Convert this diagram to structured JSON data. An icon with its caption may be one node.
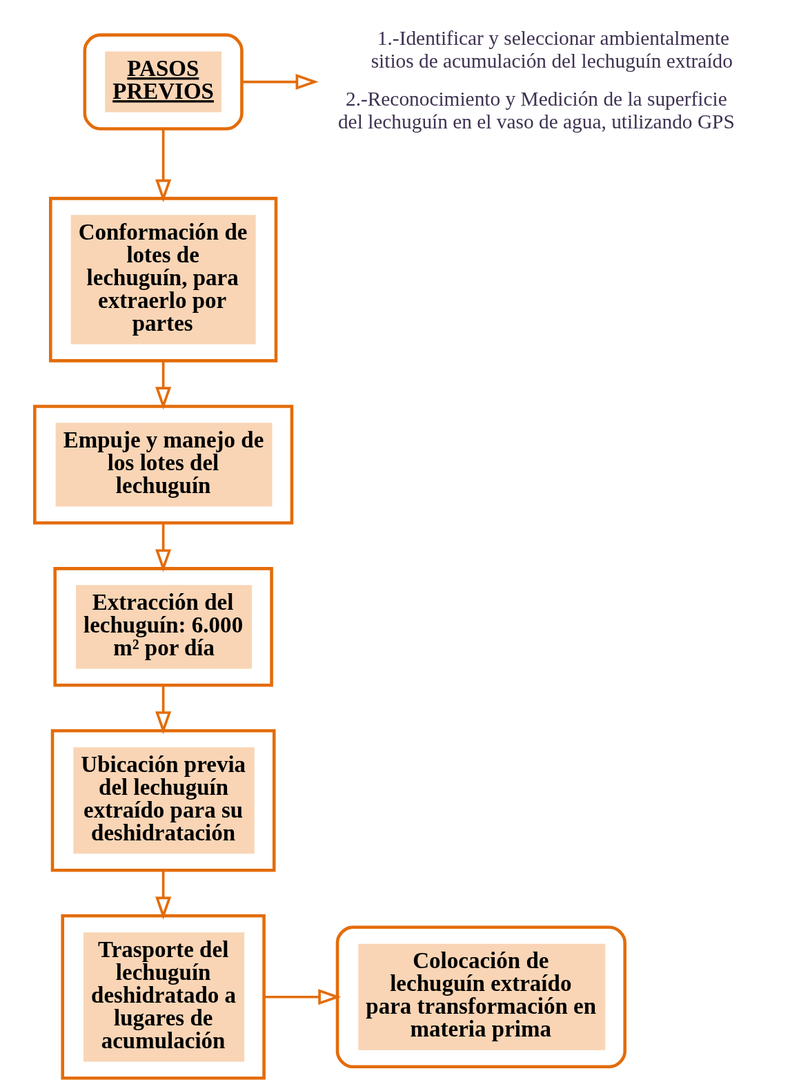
{
  "diagram": {
    "nodes": [
      {
        "text": [
          "PASOS PREVIOS"
        ]
      },
      {
        "text": [
          "Conformación de lotes de lechuguín, para extraerlo por partes"
        ]
      },
      {
        "text": [
          "Empuje y manejo de los lotes del lechuguín"
        ]
      },
      {
        "text": [
          "Extracción del lechuguín: 6.000 m² por día"
        ]
      },
      {
        "text": [
          "Ubicación previa del lechuguín extraído para su deshidratación"
        ]
      },
      {
        "text": [
          "Trasporte del lechuguín deshidratado a lugares de acumulación"
        ]
      },
      {
        "text": [
          "Colocación de lechuguín extraído para transformación en materia prima"
        ]
      },
      {
        "text": [
          "1.-Identificar y seleccionar ambientalmente sitios de acumulación del lechuguín extraído",
          "2.-Reconocimiento y Medición de la superficie del lechuguín en el vaso de agua, utilizando GPS"
        ]
      }
    ],
    "edges": [
      {
        "from": 0,
        "to": 7,
        "arrow": "to"
      },
      {
        "from": 0,
        "to": 1,
        "arrow": "to"
      },
      {
        "from": 1,
        "to": 2,
        "arrow": "to"
      },
      {
        "from": 2,
        "to": 3,
        "arrow": "to"
      },
      {
        "from": 3,
        "to": 4,
        "arrow": "to"
      },
      {
        "from": 4,
        "to": 5,
        "arrow": "to"
      },
      {
        "from": 5,
        "to": 6,
        "arrow": "to"
      }
    ]
  }
}
